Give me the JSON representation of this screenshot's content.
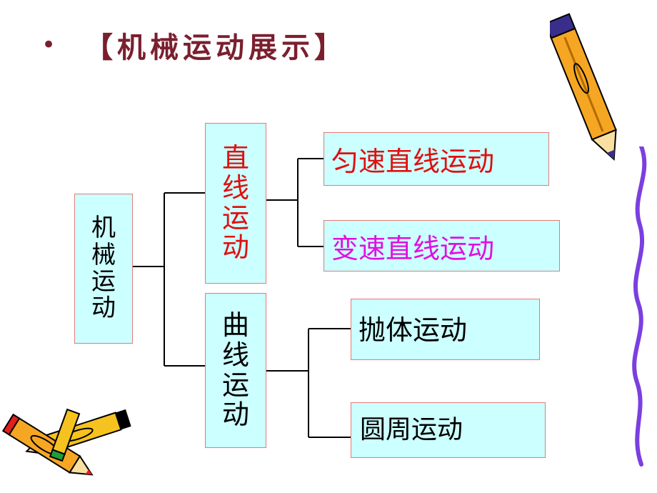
{
  "slide": {
    "bullet": "•",
    "title": "【机械运动展示】"
  },
  "diagram": {
    "root": {
      "label": [
        "机",
        "械",
        "运",
        "动"
      ]
    },
    "branch_straight": {
      "label": [
        "直",
        "线",
        "运",
        "动"
      ]
    },
    "branch_curve": {
      "label": [
        "曲",
        "线",
        "运",
        "动"
      ]
    },
    "leaf_uniform": {
      "label": "匀速直线运动"
    },
    "leaf_variable": {
      "label": "变速直线运动"
    },
    "leaf_projectile": {
      "label": "抛体运动"
    },
    "leaf_circular": {
      "label": "圆周运动"
    }
  },
  "colors": {
    "title": "#7a1f2e",
    "box_fill": "#ccffff",
    "box_border": "#e47a7a",
    "red_text": "#e01010",
    "magenta_text": "#e010e0",
    "black_text": "#000000",
    "connector": "#000000"
  },
  "icons": [
    "pencil-icon-top-right",
    "pencil-icon-bottom-left-1",
    "pencil-icon-bottom-left-2",
    "wavy-line-decoration"
  ]
}
